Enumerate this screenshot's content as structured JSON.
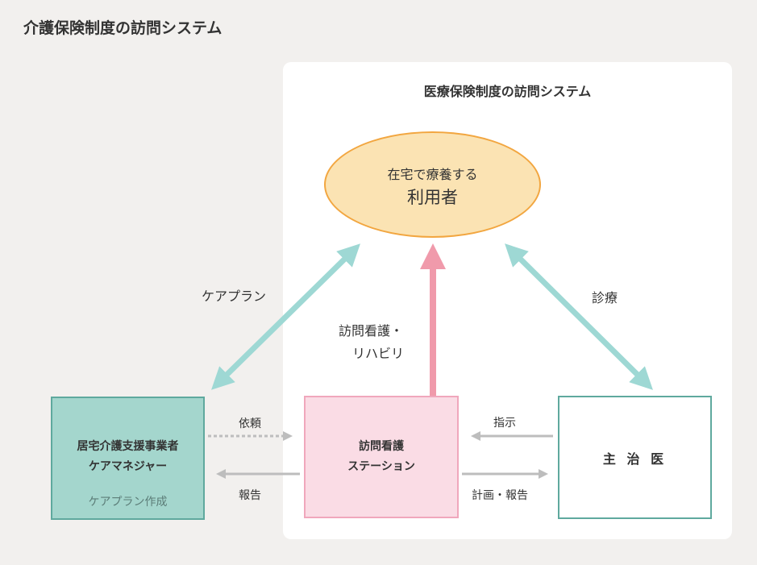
{
  "outer_title": "介護保険制度の訪問システム",
  "inner_title": "医療保険制度の訪問システム",
  "user": {
    "line1": "在宅で療養する",
    "line2": "利用者"
  },
  "care_manager": {
    "line1": "居宅介護支援事業者",
    "line2": "ケアマネジャー",
    "sub": "ケアプラン作成"
  },
  "station": {
    "line1": "訪問看護",
    "line2": "ステーション"
  },
  "doctor": {
    "label": "主 治 医"
  },
  "labels": {
    "care_plan": "ケアプラン",
    "home_visit_line1": "訪問看護・",
    "home_visit_line2": "リハビリ",
    "medical_care": "診療",
    "request": "依頼",
    "report": "報告",
    "instruction": "指示",
    "plan_report": "計画・報告"
  },
  "colors": {
    "teal_arrow": "#9ed8d4",
    "pink_arrow": "#f09aab",
    "gray_arrow": "#bdbdbd",
    "ellipse_fill": "#fbe3b3",
    "ellipse_stroke": "#f2a640",
    "care_fill": "#a4d6cd",
    "station_fill": "#fadce5"
  }
}
